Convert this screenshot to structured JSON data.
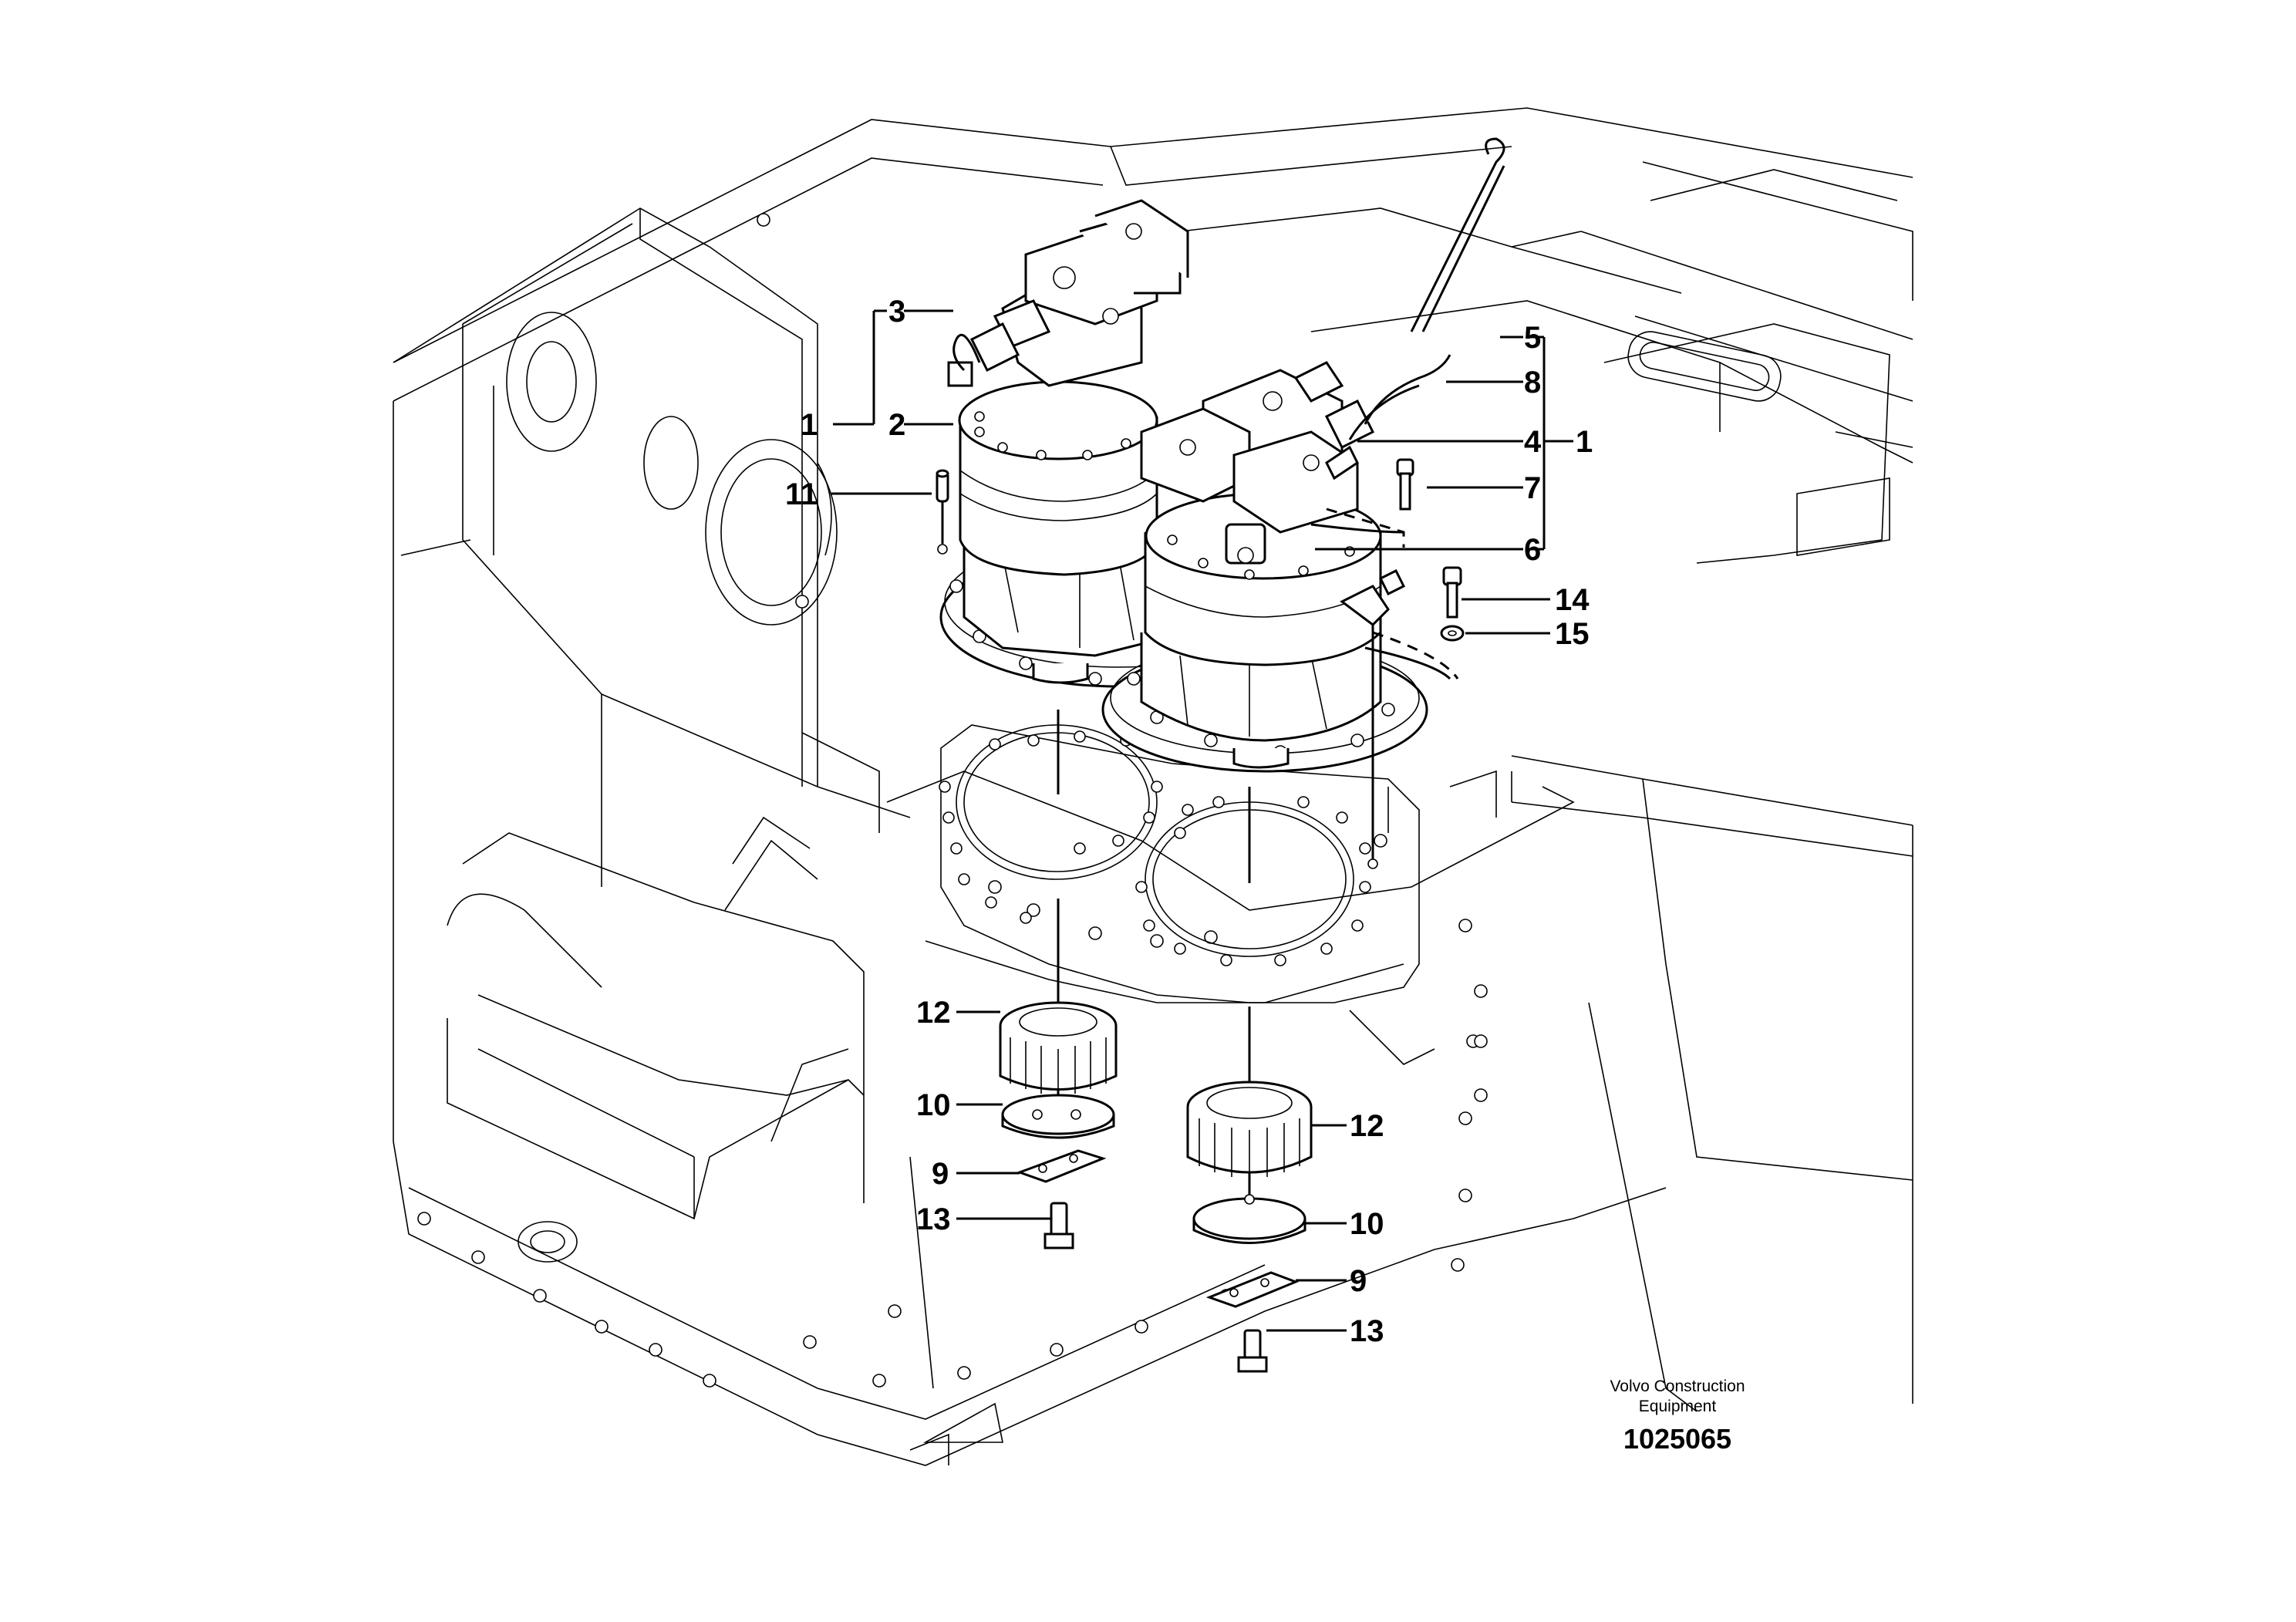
{
  "diagram": {
    "callouts": [
      "1",
      "2",
      "3",
      "11",
      "5",
      "8",
      "4",
      "1",
      "7",
      "6",
      "14",
      "15",
      "12",
      "10",
      "9",
      "13",
      "12",
      "10",
      "9",
      "13"
    ],
    "caption": {
      "line1": "Volvo Construction",
      "line2": "Equipment",
      "number": "1025065"
    },
    "colors": {
      "line": "#000000",
      "background": "#ffffff"
    }
  }
}
